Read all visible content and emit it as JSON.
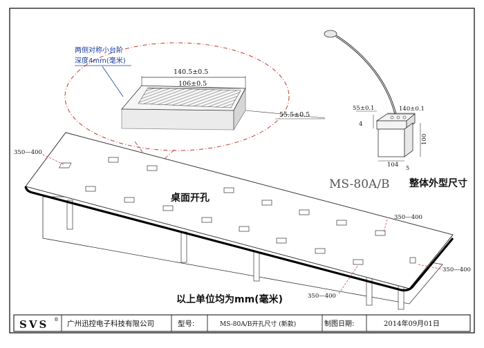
{
  "drawing": {
    "inset_note_line1": "两侧对称小台阶",
    "inset_note_line2": "深度4mm(毫米)",
    "dim_outer_width": "140.5±0.5",
    "dim_inner_width": "106±0.5",
    "dim_inset_depth": "55.5±0.5",
    "dim_device_small": "55±0.1",
    "dim_device_width": "140±0.1",
    "dim_device_step": "4",
    "dim_device_height": "100",
    "dim_device_depth": "104",
    "dim_device_side": "5",
    "device_model": "MS-80A/B",
    "device_caption": "整体外型尺寸",
    "table_label": "桌面开孔",
    "dim_edge": "350—400",
    "unit_note": "以上单位均为mm(毫米)"
  },
  "title_block": {
    "logo": "SVS",
    "registered": "®",
    "company": "广州迅控电子科技有限公司",
    "model_label": "型号:",
    "model_value": "MS-80A/B开孔尺寸 (新款)",
    "date_label": "制图日期:",
    "date_value": "2014年09月01日"
  }
}
